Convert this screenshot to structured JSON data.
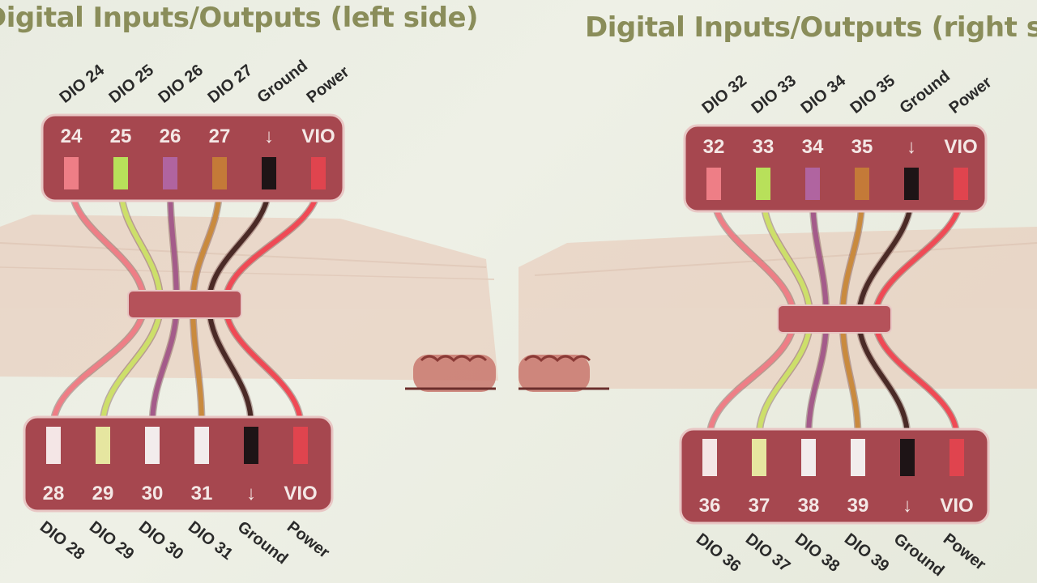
{
  "headings": {
    "left": "Digital Inputs/Outputs (left side)",
    "right": "Digital Inputs/Outputs (right si"
  },
  "colors": {
    "header_block": "#a6474f",
    "header_outline": "#e8c6c4",
    "background_board": "#e8c6b4",
    "wire_pink": "#ee7e86",
    "wire_yellowgreen": "#cddf6a",
    "wire_purple": "#a45b8a",
    "wire_orange": "#c98a3e",
    "wire_darkbrown": "#4a2a26",
    "wire_red": "#ef4a55"
  },
  "left": {
    "top": {
      "pins": [
        "24",
        "25",
        "26",
        "27",
        "↓",
        "VIO"
      ],
      "labels": [
        "DIO 24",
        "DIO 25",
        "DIO 26",
        "DIO 27",
        "Ground",
        "Power"
      ]
    },
    "bottom": {
      "pins": [
        "28",
        "29",
        "30",
        "31",
        "↓",
        "VIO"
      ],
      "labels": [
        "DIO 28",
        "DIO 29",
        "DIO 30",
        "DIO 31",
        "Ground",
        "Power"
      ]
    }
  },
  "right": {
    "top": {
      "pins": [
        "32",
        "33",
        "34",
        "35",
        "↓",
        "VIO"
      ],
      "labels": [
        "DIO 32",
        "DIO 33",
        "DIO 34",
        "DIO 35",
        "Ground",
        "Power"
      ]
    },
    "bottom": {
      "pins": [
        "36",
        "37",
        "38",
        "39",
        "↓",
        "VIO"
      ],
      "labels": [
        "DIO 36",
        "DIO 37",
        "DIO 38",
        "DIO 39",
        "Ground",
        "Power"
      ]
    }
  }
}
